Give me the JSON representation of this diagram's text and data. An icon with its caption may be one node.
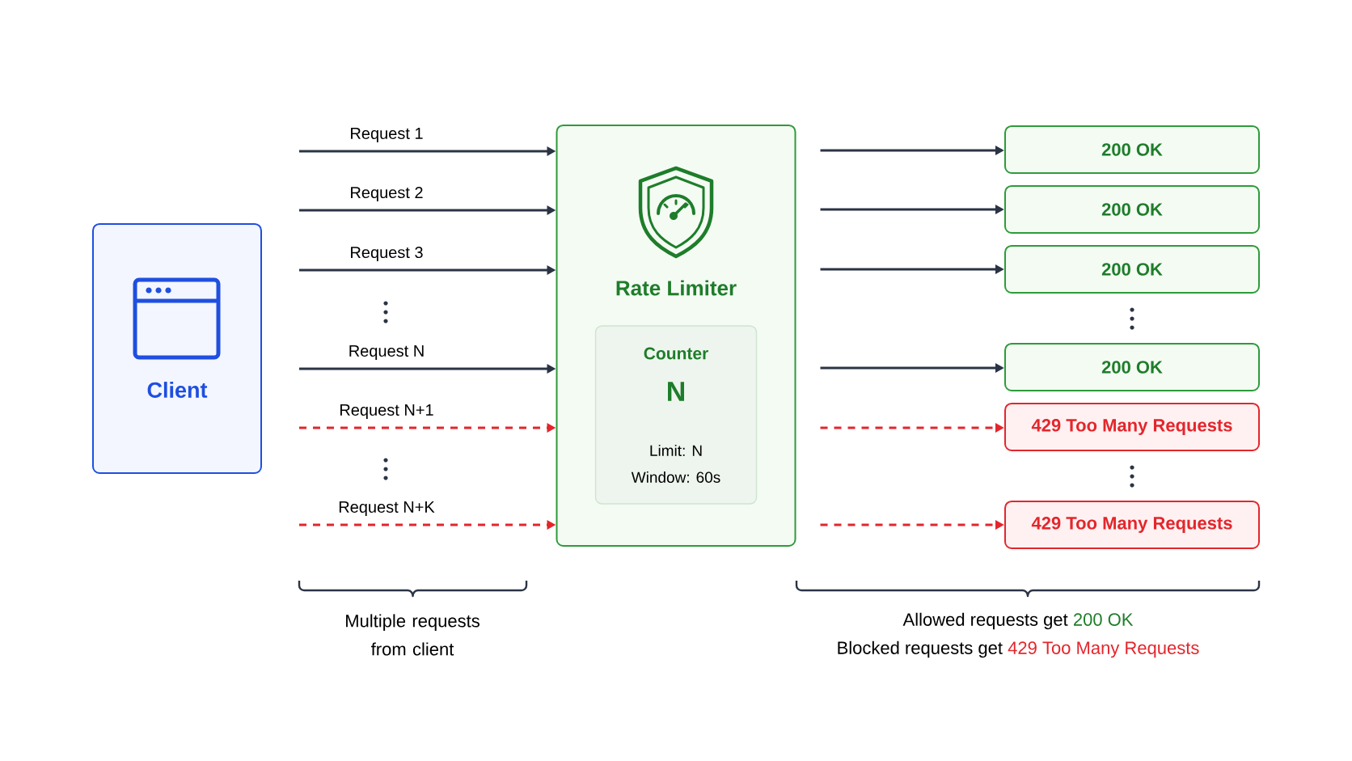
{
  "diagram": {
    "nodes": [
      {
        "text": [
          "Client"
        ]
      },
      {
        "text": [
          "Rate Limiter"
        ]
      },
      {
        "text": [
          "Counter",
          "N",
          "Limit: N",
          "Window: 60s"
        ],
        "in": 1
      },
      {
        "text": [
          "200 OK"
        ]
      },
      {
        "text": [
          "200 OK"
        ]
      },
      {
        "text": [
          "200 OK"
        ]
      },
      {
        "text": [
          "200 OK"
        ]
      },
      {
        "text": [
          "429 Too Many Requests"
        ]
      },
      {
        "text": [
          "429 Too Many Requests"
        ]
      }
    ],
    "edges": [
      {
        "from": null,
        "to": 1,
        "arrow": "to",
        "label": "Request 1"
      },
      {
        "from": null,
        "to": 1,
        "arrow": "to",
        "label": "Request 2"
      },
      {
        "from": null,
        "to": 1,
        "arrow": "to",
        "label": "Request 3"
      },
      {
        "from": null,
        "to": 1,
        "arrow": "to",
        "label": "Request N"
      },
      {
        "from": null,
        "to": 1,
        "arrow": "to",
        "label": "Request N+1",
        "style": "dashed",
        "color": "#e3262c"
      },
      {
        "from": null,
        "to": 1,
        "arrow": "to",
        "label": "Request N+K",
        "style": "dashed",
        "color": "#e3262c"
      },
      {
        "from": 1,
        "to": 3,
        "arrow": "to"
      },
      {
        "from": 1,
        "to": 4,
        "arrow": "to"
      },
      {
        "from": 1,
        "to": 5,
        "arrow": "to"
      },
      {
        "from": 1,
        "to": 6,
        "arrow": "to"
      },
      {
        "from": 1,
        "to": 7,
        "arrow": "to",
        "style": "dashed",
        "color": "#e3262c"
      },
      {
        "from": 1,
        "to": 8,
        "arrow": "to",
        "style": "dashed",
        "color": "#e3262c"
      }
    ],
    "labels": [
      "Multiple requests from client",
      "Allowed requests get",
      "200 OK",
      "Blocked requests get",
      "429 Too Many Requests"
    ]
  }
}
